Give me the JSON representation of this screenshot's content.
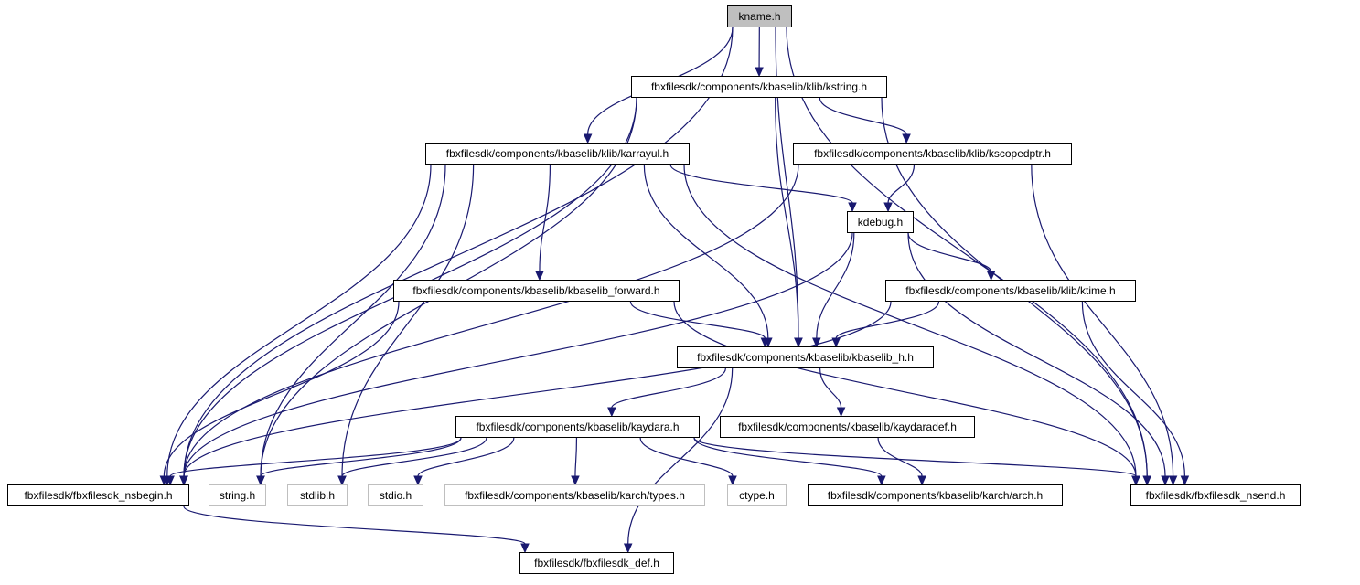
{
  "nodes": [
    {
      "id": "kname",
      "label": "kname.h",
      "style": "root",
      "link": false
    },
    {
      "id": "kstring",
      "label": "fbxfilesdk/components/kbaselib/klib/kstring.h",
      "style": "normal",
      "link": true
    },
    {
      "id": "karrayul",
      "label": "fbxfilesdk/components/kbaselib/klib/karrayul.h",
      "style": "normal",
      "link": true
    },
    {
      "id": "kscopedptr",
      "label": "fbxfilesdk/components/kbaselib/klib/kscopedptr.h",
      "style": "normal",
      "link": true
    },
    {
      "id": "kdebug",
      "label": "kdebug.h",
      "style": "normal",
      "link": true
    },
    {
      "id": "kbaselib_forward",
      "label": "fbxfilesdk/components/kbaselib/kbaselib_forward.h",
      "style": "normal",
      "link": true
    },
    {
      "id": "ktime",
      "label": "fbxfilesdk/components/kbaselib/klib/ktime.h",
      "style": "normal",
      "link": true
    },
    {
      "id": "kbaselib_h",
      "label": "fbxfilesdk/components/kbaselib/kbaselib_h.h",
      "style": "normal",
      "link": true
    },
    {
      "id": "kaydara",
      "label": "fbxfilesdk/components/kbaselib/kaydara.h",
      "style": "normal",
      "link": true
    },
    {
      "id": "kaydaradef",
      "label": "fbxfilesdk/components/kbaselib/kaydaradef.h",
      "style": "normal",
      "link": true
    },
    {
      "id": "nsbegin",
      "label": "fbxfilesdk/fbxfilesdk_nsbegin.h",
      "style": "normal",
      "link": true
    },
    {
      "id": "string",
      "label": "string.h",
      "style": "external",
      "link": false
    },
    {
      "id": "stdlib",
      "label": "stdlib.h",
      "style": "external",
      "link": false
    },
    {
      "id": "stdio",
      "label": "stdio.h",
      "style": "external",
      "link": false
    },
    {
      "id": "types",
      "label": "fbxfilesdk/components/kbaselib/karch/types.h",
      "style": "external",
      "link": false
    },
    {
      "id": "ctype",
      "label": "ctype.h",
      "style": "external",
      "link": false
    },
    {
      "id": "arch",
      "label": "fbxfilesdk/components/kbaselib/karch/arch.h",
      "style": "normal",
      "link": true
    },
    {
      "id": "nsend",
      "label": "fbxfilesdk/fbxfilesdk_nsend.h",
      "style": "normal",
      "link": true
    },
    {
      "id": "def",
      "label": "fbxfilesdk/fbxfilesdk_def.h",
      "style": "normal",
      "link": true
    }
  ],
  "edges": [
    {
      "from": "kname",
      "to": "nsbegin"
    },
    {
      "from": "kname",
      "to": "kstring"
    },
    {
      "from": "kname",
      "to": "karrayul"
    },
    {
      "from": "kname",
      "to": "kbaselib_h"
    },
    {
      "from": "kname",
      "to": "nsend"
    },
    {
      "from": "kstring",
      "to": "nsbegin"
    },
    {
      "from": "kstring",
      "to": "string"
    },
    {
      "from": "kstring",
      "to": "kscopedptr"
    },
    {
      "from": "kstring",
      "to": "kbaselib_h"
    },
    {
      "from": "kstring",
      "to": "nsend"
    },
    {
      "from": "karrayul",
      "to": "nsbegin"
    },
    {
      "from": "karrayul",
      "to": "stdlib"
    },
    {
      "from": "karrayul",
      "to": "string"
    },
    {
      "from": "karrayul",
      "to": "kbaselib_forward"
    },
    {
      "from": "karrayul",
      "to": "kbaselib_h"
    },
    {
      "from": "karrayul",
      "to": "kdebug"
    },
    {
      "from": "karrayul",
      "to": "nsend"
    },
    {
      "from": "kscopedptr",
      "to": "nsbegin"
    },
    {
      "from": "kscopedptr",
      "to": "kdebug"
    },
    {
      "from": "kscopedptr",
      "to": "nsend"
    },
    {
      "from": "kdebug",
      "to": "nsbegin"
    },
    {
      "from": "kdebug",
      "to": "kbaselib_h"
    },
    {
      "from": "kdebug",
      "to": "ktime"
    },
    {
      "from": "kdebug",
      "to": "nsend"
    },
    {
      "from": "kbaselib_forward",
      "to": "nsbegin"
    },
    {
      "from": "kbaselib_forward",
      "to": "kbaselib_h"
    },
    {
      "from": "kbaselib_forward",
      "to": "nsend"
    },
    {
      "from": "ktime",
      "to": "kbaselib_h"
    },
    {
      "from": "ktime",
      "to": "nsbegin"
    },
    {
      "from": "ktime",
      "to": "nsend"
    },
    {
      "from": "kbaselib_h",
      "to": "kaydara"
    },
    {
      "from": "kbaselib_h",
      "to": "kaydaradef"
    },
    {
      "from": "kbaselib_h",
      "to": "def"
    },
    {
      "from": "kaydara",
      "to": "nsbegin"
    },
    {
      "from": "kaydara",
      "to": "string"
    },
    {
      "from": "kaydara",
      "to": "stdlib"
    },
    {
      "from": "kaydara",
      "to": "stdio"
    },
    {
      "from": "kaydara",
      "to": "types"
    },
    {
      "from": "kaydara",
      "to": "ctype"
    },
    {
      "from": "kaydara",
      "to": "arch"
    },
    {
      "from": "kaydara",
      "to": "nsend"
    },
    {
      "from": "kaydaradef",
      "to": "arch"
    },
    {
      "from": "nsbegin",
      "to": "def"
    }
  ],
  "colors": {
    "edge": "#191970",
    "root_fill": "#bfbfbf",
    "external_border": "#bfbfbf",
    "node_border": "#000000"
  }
}
